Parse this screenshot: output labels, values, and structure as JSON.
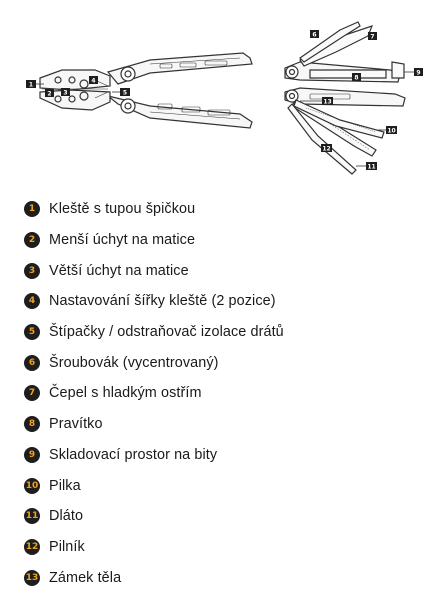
{
  "callouts_left": [
    "1",
    "2",
    "3",
    "4",
    "5"
  ],
  "callouts_right": [
    "6",
    "7",
    "8",
    "9",
    "10",
    "11",
    "12",
    "13"
  ],
  "legend": [
    {
      "num": "1",
      "label": "Kleště s tupou špičkou"
    },
    {
      "num": "2",
      "label": "Menší úchyt na matice"
    },
    {
      "num": "3",
      "label": "Větší úchyt na matice"
    },
    {
      "num": "4",
      "label": "Nastavování šířky kleště (2 pozice)"
    },
    {
      "num": "5",
      "label": "Štípačky / odstraňovač izolace drátů"
    },
    {
      "num": "6",
      "label": "Šroubovák (vycentrovaný)"
    },
    {
      "num": "7",
      "label": "Čepel s hladkým ostřím"
    },
    {
      "num": "8",
      "label": "Pravítko"
    },
    {
      "num": "9",
      "label": "Skladovací prostor na bity"
    },
    {
      "num": "10",
      "label": "Pilka"
    },
    {
      "num": "11",
      "label": "Dláto"
    },
    {
      "num": "12",
      "label": "Pilník"
    },
    {
      "num": "13",
      "label": "Zámek těla"
    }
  ],
  "colors": {
    "badge_bg": "#1e1e1e",
    "badge_text": "#f0a21a",
    "line": "#333333"
  }
}
